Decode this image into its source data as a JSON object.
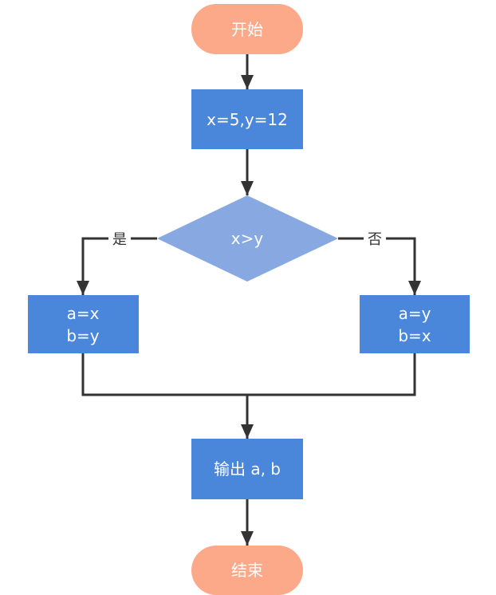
{
  "diagram": {
    "type": "flowchart",
    "colors": {
      "terminal": "#FCA98A",
      "process": "#4A86DA",
      "decision": "#88A8E2",
      "edge": "#333333",
      "text": "#ffffff"
    },
    "nodes": {
      "start": {
        "label": "开始",
        "shape": "terminal"
      },
      "init": {
        "label": "x=5,y=12",
        "shape": "process"
      },
      "cond": {
        "label": "x>y",
        "shape": "decision"
      },
      "yes_branch": {
        "lines": [
          "a=x",
          "b=y"
        ],
        "shape": "process"
      },
      "no_branch": {
        "lines": [
          "a=y",
          "b=x"
        ],
        "shape": "process"
      },
      "output": {
        "label": "输出 a, b",
        "shape": "process"
      },
      "end": {
        "label": "结束",
        "shape": "terminal"
      }
    },
    "edges": {
      "yes_label": "是",
      "no_label": "否"
    }
  }
}
